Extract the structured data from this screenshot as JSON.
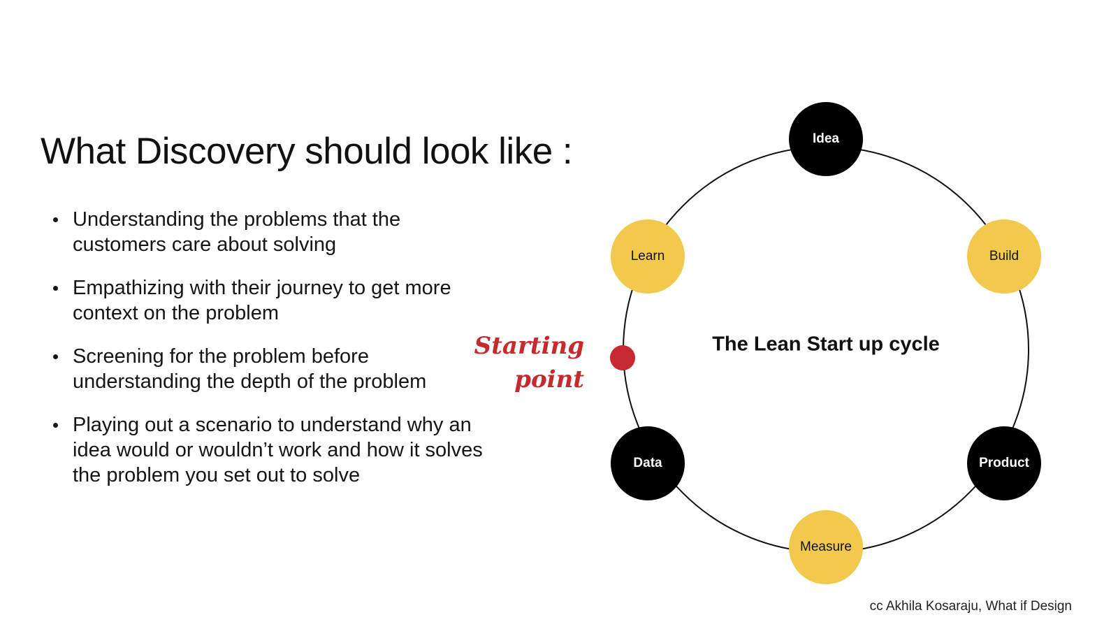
{
  "slide": {
    "title": "What Discovery should look like :",
    "bullets": [
      {
        "lines": [
          "Understanding the problems that the",
          "customers care about solving"
        ]
      },
      {
        "lines": [
          "Empathizing with their journey to get more",
          "context on the problem"
        ]
      },
      {
        "lines": [
          "Screening for the problem before",
          "understanding the depth of the problem"
        ]
      },
      {
        "lines": [
          "Playing out a scenario to understand why an",
          "idea would or wouldn’t work and how it solves",
          "the problem you set out to solve"
        ]
      }
    ],
    "footer": "cc Akhila Kosaraju, What if Design"
  },
  "cycle": {
    "center_label": "The Lean Start up cycle",
    "nodes": [
      {
        "id": "idea",
        "label": "Idea",
        "fill": "#000000",
        "text": "light-on-dark"
      },
      {
        "id": "build",
        "label": "Build",
        "fill": "#f2c94c",
        "text": "dark-on-light"
      },
      {
        "id": "product",
        "label": "Product",
        "fill": "#000000",
        "text": "light-on-dark"
      },
      {
        "id": "measure",
        "label": "Measure",
        "fill": "#f2c94c",
        "text": "dark-on-light"
      },
      {
        "id": "data",
        "label": "Data",
        "fill": "#000000",
        "text": "light-on-dark"
      },
      {
        "id": "learn",
        "label": "Learn",
        "fill": "#f2c94c",
        "text": "dark-on-light"
      }
    ],
    "starting_point": {
      "lines": [
        "Starting",
        "point"
      ],
      "color": "#c62a2f"
    }
  },
  "colors": {
    "accent_yellow": "#f2c94c",
    "node_black": "#000000",
    "start_red": "#c62a2f"
  }
}
